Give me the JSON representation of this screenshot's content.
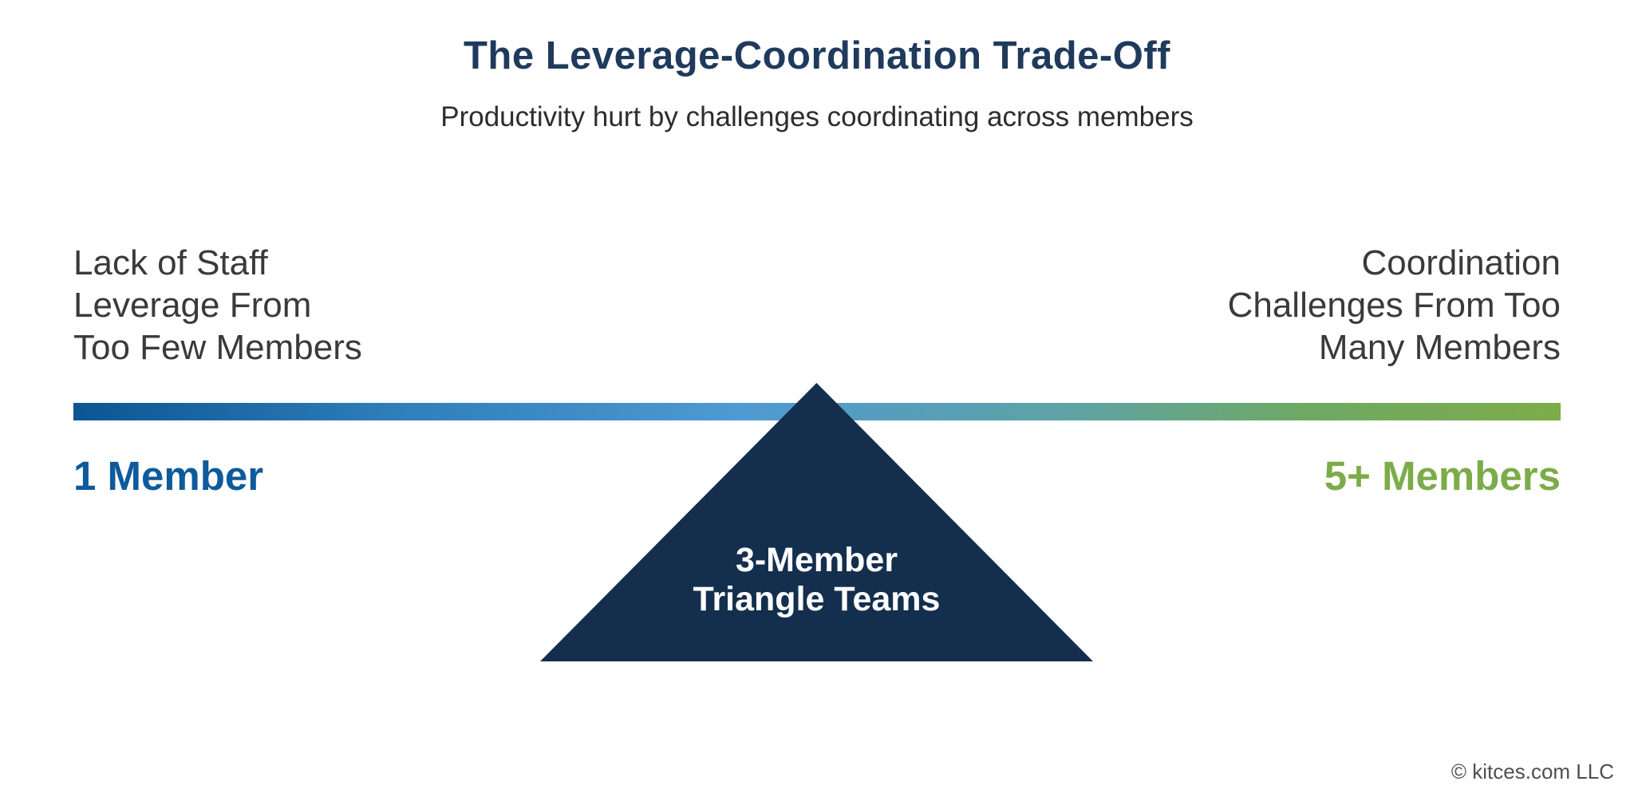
{
  "header": {
    "title": "The Leverage-Coordination Trade-Off",
    "title_color": "#1f3a5c",
    "subtitle": "Productivity hurt by challenges coordinating across members",
    "subtitle_color": "#2d2d2d"
  },
  "diagram": {
    "left_annotation": {
      "lines": [
        "Lack of Staff",
        "Leverage From",
        "Too Few Members"
      ],
      "color": "#3a3a3a"
    },
    "right_annotation": {
      "lines": [
        "Coordination",
        "Challenges From Too",
        "Many Members"
      ],
      "color": "#3a3a3a"
    },
    "scale_bar": {
      "stops": [
        {
          "color": "#0c5593",
          "pos": "0%"
        },
        {
          "color": "#2f7fb9",
          "pos": "22%"
        },
        {
          "color": "#4f9ad2",
          "pos": "45%"
        },
        {
          "color": "#5ea3a4",
          "pos": "67%"
        },
        {
          "color": "#6fa964",
          "pos": "83%"
        },
        {
          "color": "#7dac49",
          "pos": "100%"
        }
      ]
    },
    "left_endpoint": {
      "label": "1 Member",
      "color": "#0e5a9c"
    },
    "right_endpoint": {
      "label": "5+ Members",
      "color": "#7cac49"
    },
    "triangle": {
      "label_lines": [
        "3-Member",
        "Triangle Teams"
      ],
      "fill": "#142f4e",
      "text_color": "#ffffff"
    }
  },
  "footer": {
    "copyright": "© kitces.com LLC",
    "color": "#4f4f4f"
  }
}
